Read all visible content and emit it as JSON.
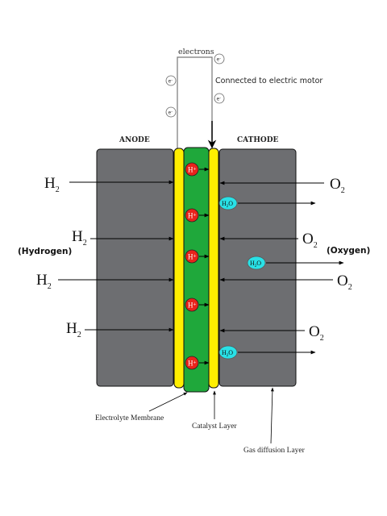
{
  "colors": {
    "electrode": "#6d6e71",
    "catalyst": "#ffef00",
    "membrane": "#1fa83b",
    "proton": "#e8231b",
    "water": "#29e1e6",
    "wire": "#777777",
    "arrow": "#000000"
  },
  "labels": {
    "electrons": "electrons",
    "motor": "Connected to electric motor",
    "anode": "ANODE",
    "cathode": "CATHODE",
    "hydrogen": "(Hydrogen)",
    "oxygen": "(Oxygen)",
    "electrolyte": "Electrolyte Membrane",
    "catalyst_layer": "Catalyst Layer",
    "gas_diffusion": "Gas diffusion Layer"
  },
  "electron": {
    "symbol": "e",
    "charge": "-"
  },
  "proton": {
    "symbol": "H",
    "charge": "+"
  },
  "hydrogen": {
    "base": "H",
    "sub": "2"
  },
  "oxygen": {
    "base": "O",
    "sub": "2"
  },
  "water": {
    "h": "H",
    "sub": "2",
    "o": "O"
  },
  "counts": {
    "protons": 5,
    "hydrogen_inputs": 4,
    "oxygen_inputs": 4,
    "water_outputs": 3,
    "electrons": 4
  }
}
